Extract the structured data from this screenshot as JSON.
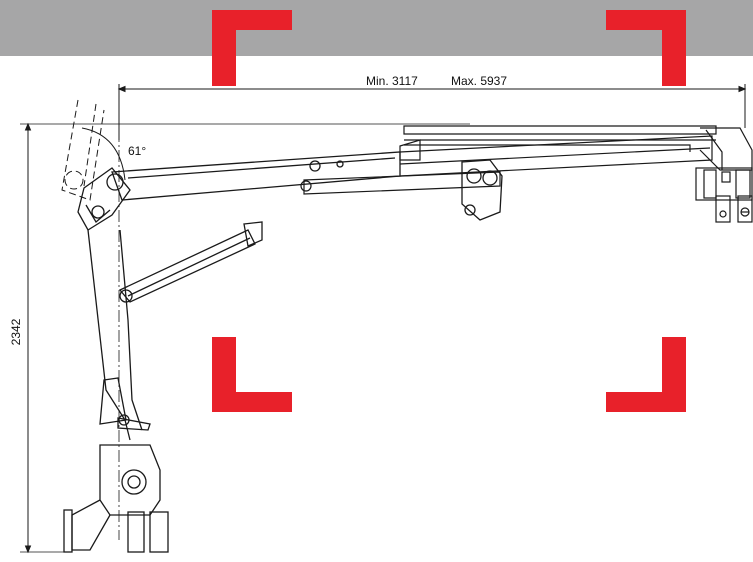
{
  "dimensions": {
    "reach_min": "Min. 3117",
    "reach_max": "Max. 5937",
    "height": "2342",
    "angle": "61°"
  },
  "colors": {
    "band": "#a6a6a7",
    "frame_marks": "#e8212a",
    "line": "#1a1a1a"
  }
}
